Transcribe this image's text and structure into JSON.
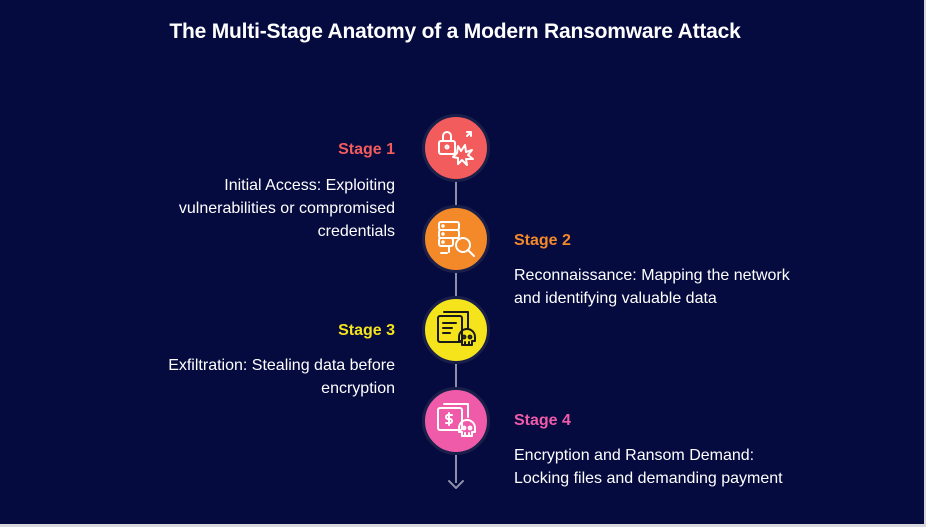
{
  "title": "The Multi-Stage Anatomy of a Modern Ransomware Attack",
  "colors": {
    "background": "#050a3f",
    "stage1": "#f25c5c",
    "stage2": "#f4892a",
    "stage3": "#f5e41c",
    "stage4": "#ef5ba8",
    "axis": "#8c8fa8"
  },
  "stages": [
    {
      "label": "Stage 1",
      "description": "Initial Access: Exploiting vulnerabilities or compromised credentials",
      "icon": "lock-breach-icon"
    },
    {
      "label": "Stage 2",
      "description": "Reconnaissance: Mapping the network and identifying valuable data",
      "icon": "server-search-icon"
    },
    {
      "label": "Stage 3",
      "description": "Exfiltration: Stealing data before encryption",
      "icon": "document-skull-icon"
    },
    {
      "label": "Stage 4",
      "description": "Encryption and Ransom Demand: Locking files and demanding payment",
      "icon": "ransom-skull-icon"
    }
  ]
}
